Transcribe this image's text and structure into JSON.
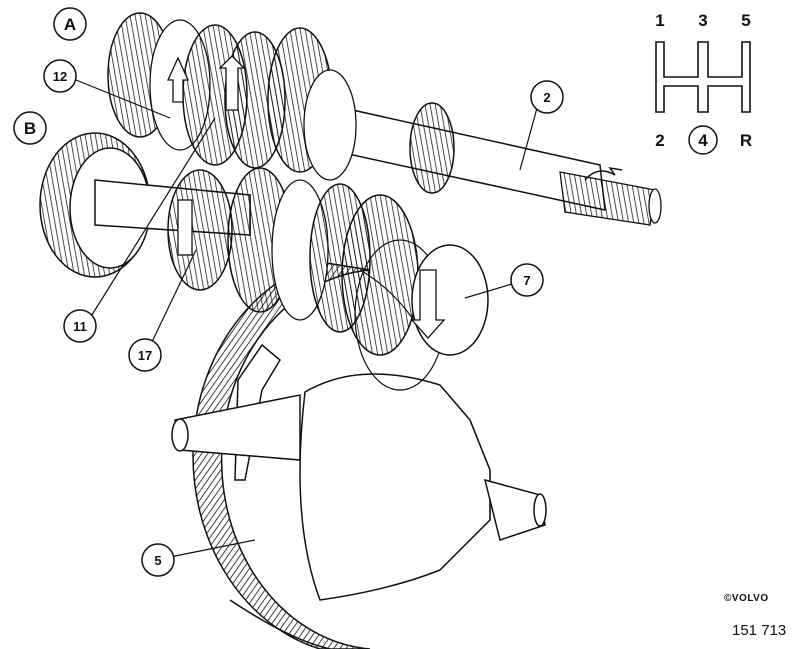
{
  "figure": {
    "callouts": {
      "a": "A",
      "b": "B",
      "c2": "2",
      "c5": "5",
      "c7": "7",
      "c11": "11",
      "c12": "12",
      "c17": "17"
    },
    "shift_pattern": {
      "g1": "1",
      "g2": "2",
      "g3": "3",
      "g4": "4",
      "g5": "5",
      "reverse": "R"
    },
    "copyright": "©VOLVO",
    "figure_number": "151 713"
  }
}
